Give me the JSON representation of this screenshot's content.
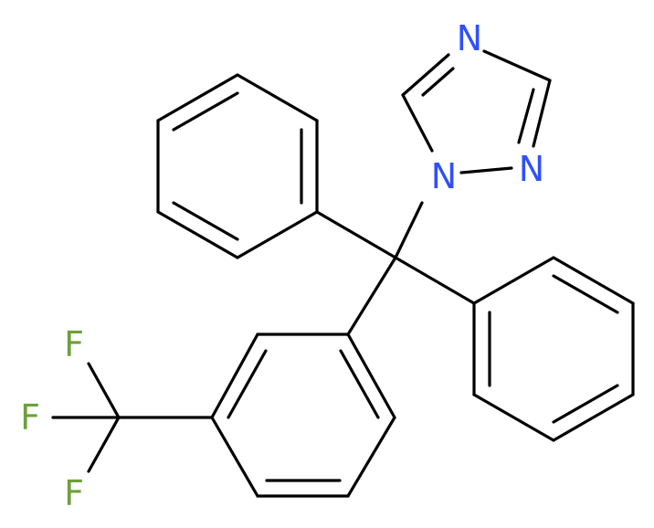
{
  "atoms": {
    "n_top": {
      "symbol": "N",
      "color": "#3050F8"
    },
    "n_right": {
      "symbol": "N",
      "color": "#3050F8"
    },
    "n_center": {
      "symbol": "N",
      "color": "#3050F8"
    },
    "f_top": {
      "symbol": "F",
      "color": "#6DA03A"
    },
    "f_middle": {
      "symbol": "F",
      "color": "#6DA03A"
    },
    "f_bottom": {
      "symbol": "F",
      "color": "#6DA03A"
    }
  }
}
